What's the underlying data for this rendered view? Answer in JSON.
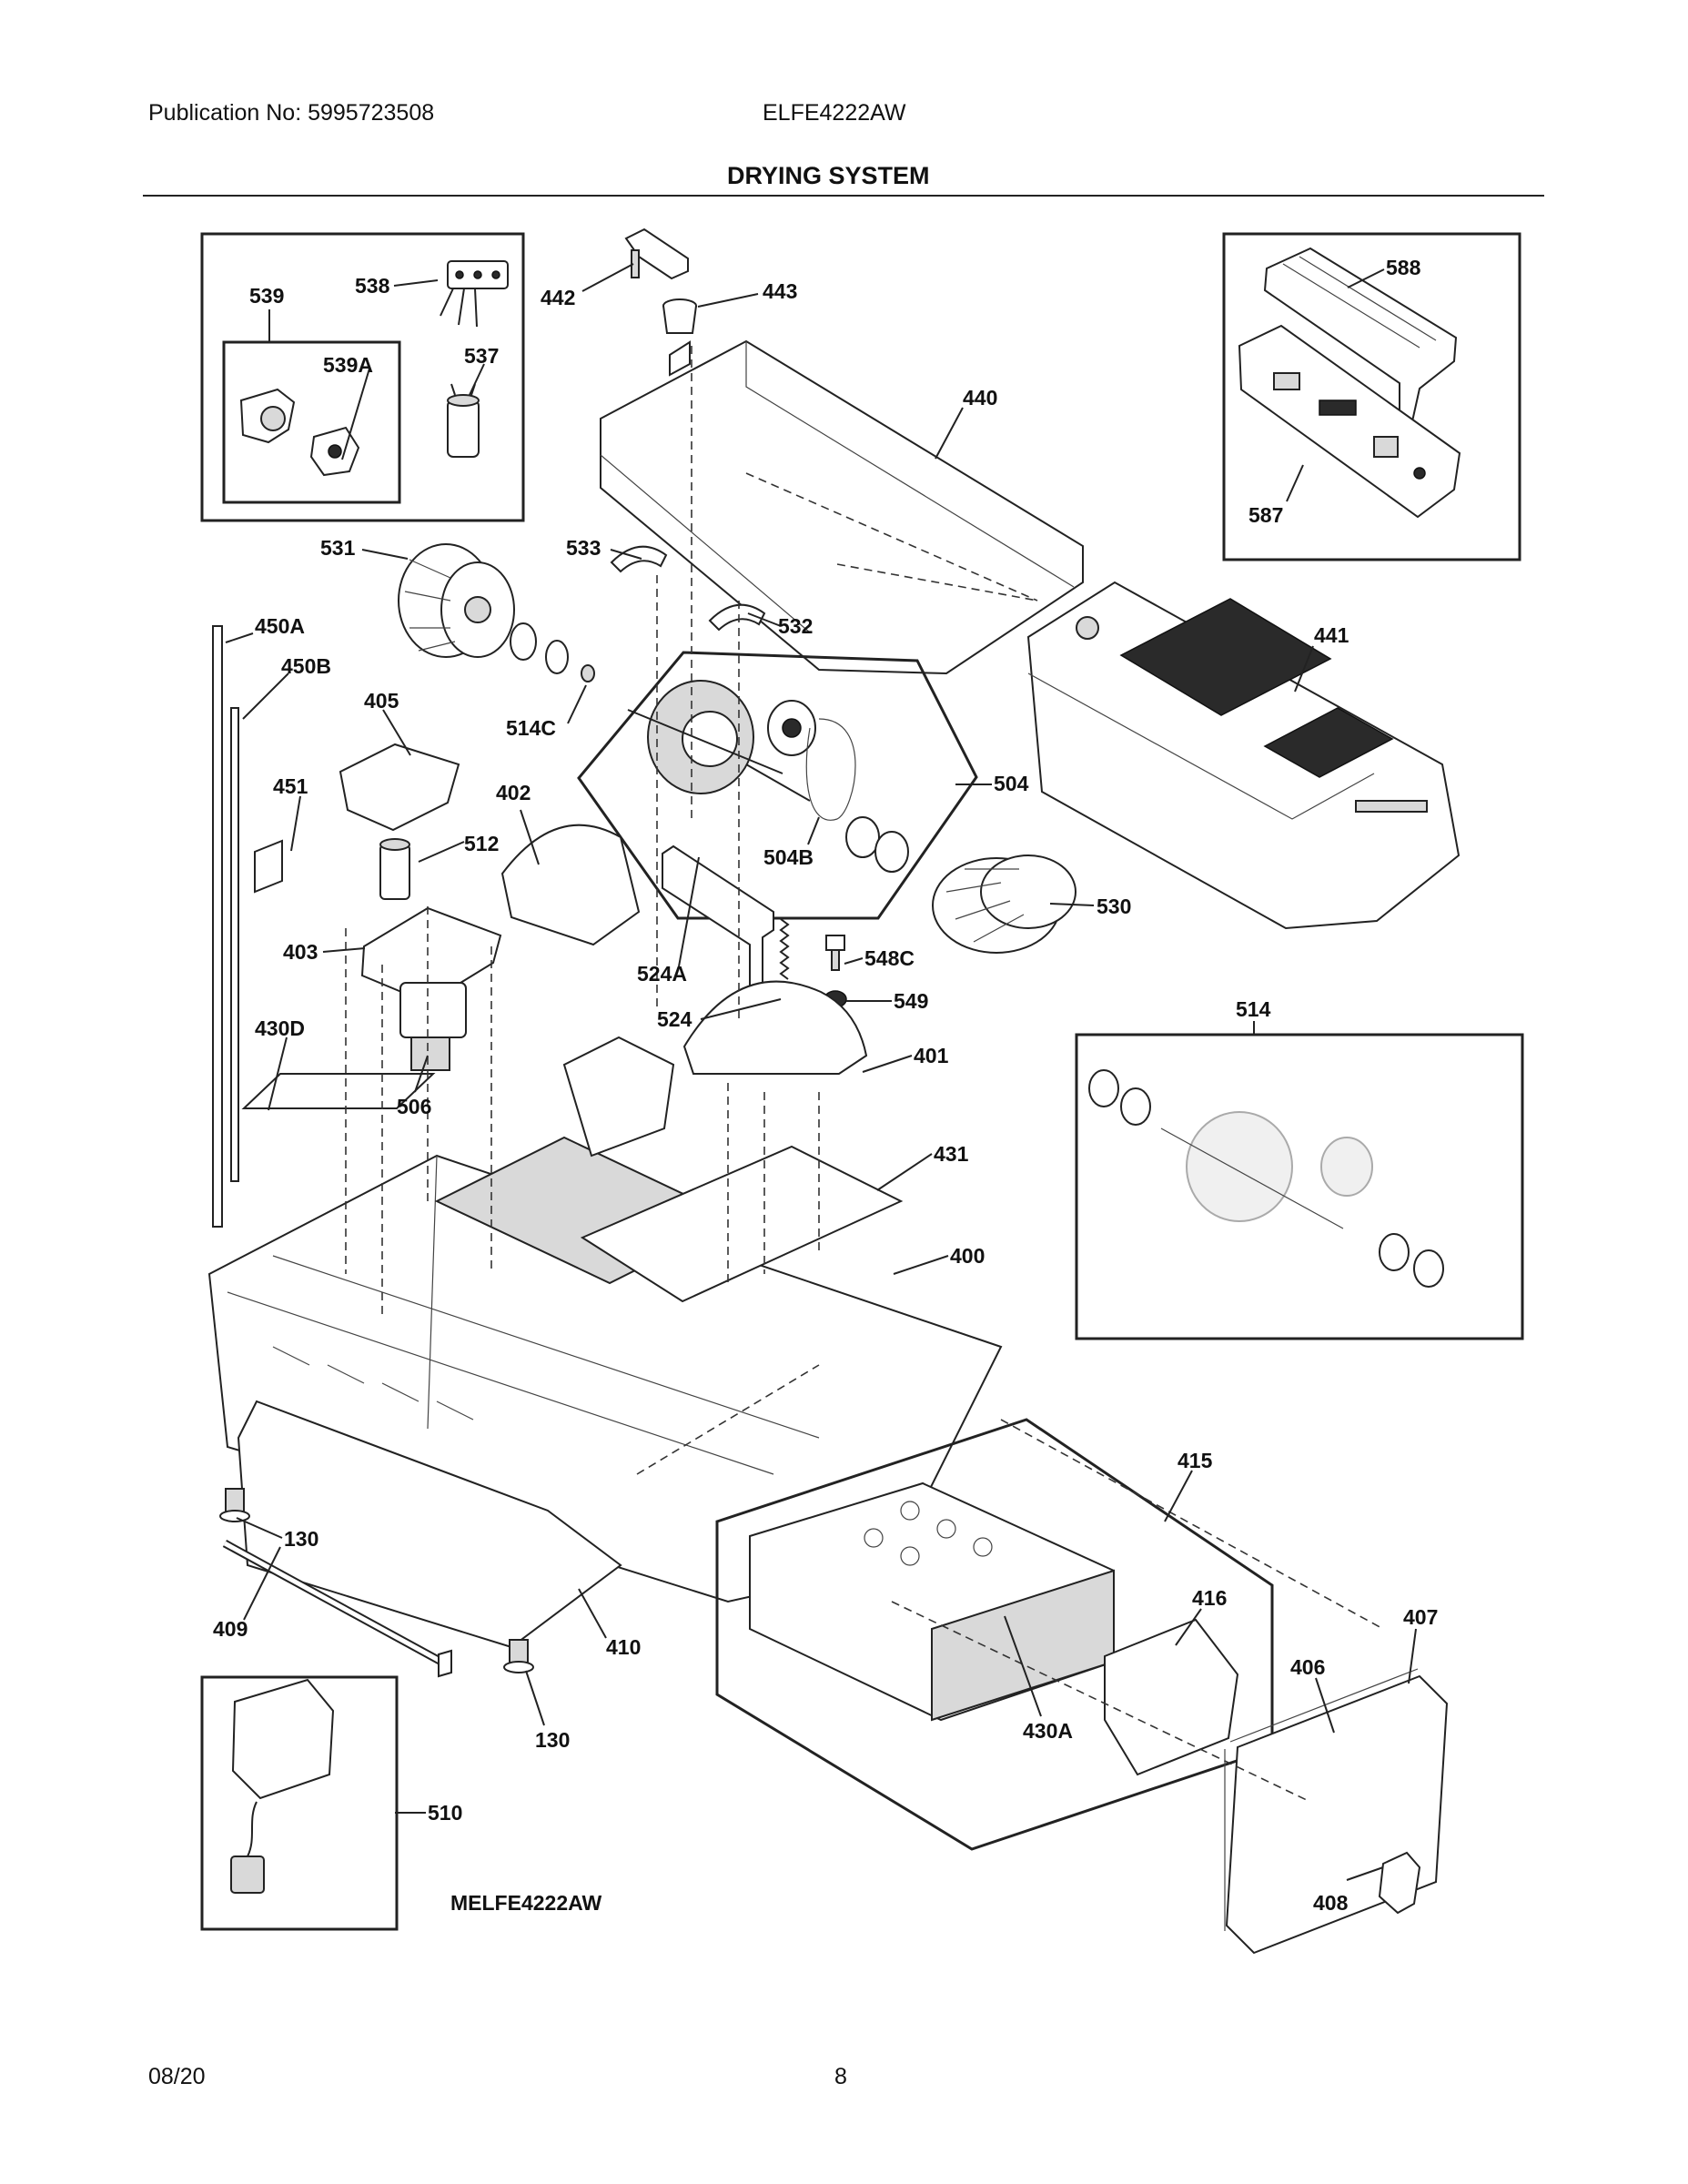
{
  "header": {
    "publication": "Publication No: 5995723508",
    "model": "ELFE4222AW",
    "section_title": "DRYING SYSTEM"
  },
  "footer": {
    "date": "08/20",
    "page_number": "8"
  },
  "diagram_code": "MELFE4222AW",
  "callouts": {
    "c539": "539",
    "c538": "538",
    "c539A": "539A",
    "c537": "537",
    "c442": "442",
    "c443": "443",
    "c440": "440",
    "c588": "588",
    "c587": "587",
    "c531": "531",
    "c533": "533",
    "c532": "532",
    "c450A": "450A",
    "c450B": "450B",
    "c405": "405",
    "c514C": "514C",
    "c441": "441",
    "c504": "504",
    "c504B": "504B",
    "c451": "451",
    "c402": "402",
    "c512": "512",
    "c530": "530",
    "c403": "403",
    "c524A": "524A",
    "c548C": "548C",
    "c524": "524",
    "c549": "549",
    "c514": "514",
    "c430D": "430D",
    "c401": "401",
    "c506": "506",
    "c431": "431",
    "c400": "400",
    "c415": "415",
    "c130a": "130",
    "c409": "409",
    "c410": "410",
    "c416": "416",
    "c407": "407",
    "c406": "406",
    "c130b": "130",
    "c430A": "430A",
    "c510": "510",
    "c408": "408"
  }
}
